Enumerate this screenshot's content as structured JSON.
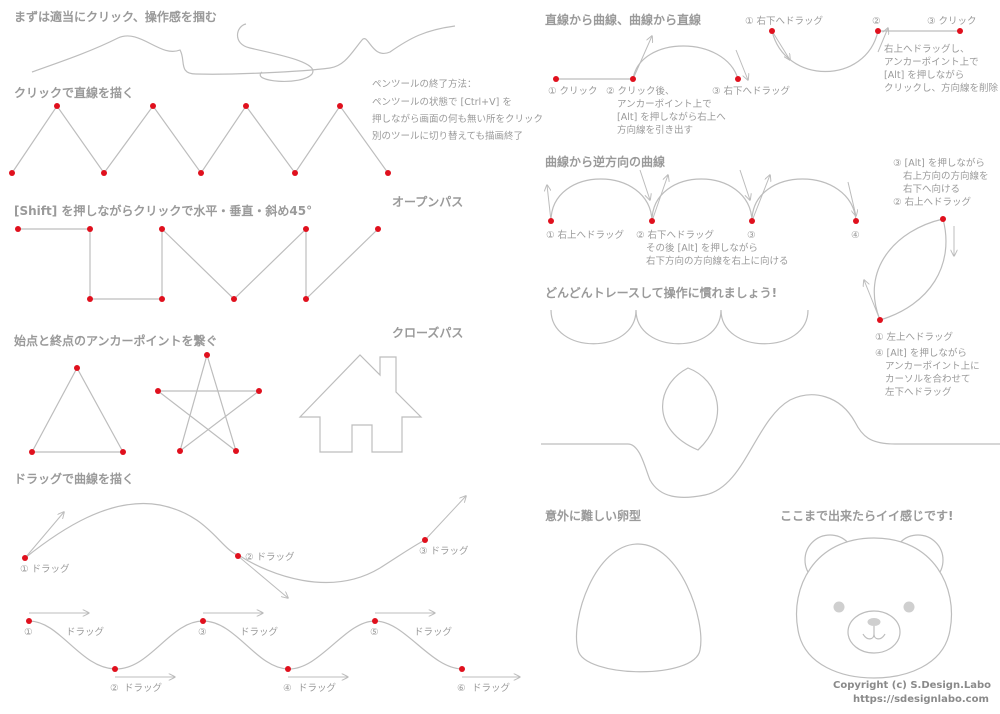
{
  "headings": {
    "warmup": "まずは適当にクリック、操作感を掴む",
    "click_straight": "クリックで直線を描く",
    "shift_click": "[Shift] を押しながらクリックで水平・垂直・斜め45°",
    "open_path": "オープンパス",
    "connect": "始点と終点のアンカーポイントを繋ぐ",
    "closed_path": "クローズパス",
    "drag_curve": "ドラッグで曲線を描く",
    "line_curve": "直線から曲線、曲線から直線",
    "reverse_curve": "曲線から逆方向の曲線",
    "trace": "どんどんトレースして操作に慣れましょう!",
    "egg": "意外に難しい卵型",
    "bear": "ここまで出来たらイイ感じです!"
  },
  "pen_end": {
    "title": "ペンツールの終了方法：",
    "line1": "ペンツールの状態で [Ctrl+V] を",
    "line2": "押しながら画面の何も無い所をクリック",
    "line3": "別のツールに切り替えても描画終了"
  },
  "drag_labels": {
    "d1": "① ドラッグ",
    "d2": "② ドラッグ",
    "d3": "③ ドラッグ"
  },
  "wave_labels": {
    "n1": "①",
    "n2": "②",
    "n3": "③",
    "n4": "④",
    "n5": "⑤",
    "n6": "⑥",
    "drag": "ドラッグ"
  },
  "line_curve_labels": {
    "a1": "① クリック",
    "a2_1": "② クリック後、",
    "a2_2": "アンカーポイント上で",
    "a2_3": "[Alt] を押しながら右上へ",
    "a2_4": "方向線を引き出す",
    "a3": "③ 右下へドラッグ",
    "b1": "① 右下へドラッグ",
    "b2": "②",
    "b3": "③ クリック",
    "b_note1": "右上へドラッグし、",
    "b_note2": "アンカーポイント上で",
    "b_note3": "[Alt] を押しながら",
    "b_note4": "クリックし、方向線を削除"
  },
  "reverse_labels": {
    "r1": "① 右上へドラッグ",
    "r2_1": "② 右下へドラッグ",
    "r2_2": "その後 [Alt] を押しながら",
    "r2_3": "右下方向の方向線を右上に向ける",
    "r3": "③",
    "r4": "④"
  },
  "leaf_labels": {
    "l3_1": "③ [Alt] を押しながら",
    "l3_2": "右上方向の方向線を",
    "l3_3": "右下へ向ける",
    "l2": "② 右上へドラッグ",
    "l1": "① 左上へドラッグ",
    "l4_1": "④ [Alt] を押しながら",
    "l4_2": "アンカーポイント上に",
    "l4_3": "カーソルを合わせて",
    "l4_4": "左下へドラッグ"
  },
  "copyright": {
    "line1": "Copyright (c) S.Design.Labo",
    "line2": "https://sdesignlabo.com"
  },
  "colors": {
    "anchor": "#e0101d",
    "guide": "#c4c4c4",
    "text": "#9a9a9a"
  }
}
